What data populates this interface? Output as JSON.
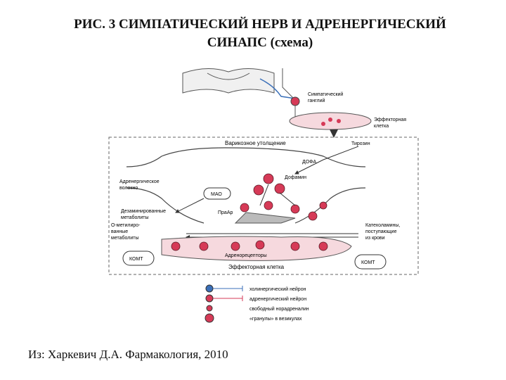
{
  "title": {
    "line1": "РИС. 3  СИМПАТИЧЕСКИЙ НЕРВ И АДРЕНЕРГИЧЕСКИЙ",
    "line2": "СИНАПС (схема)"
  },
  "source": "Из: Харкевич Д.А. Фармакология, 2010",
  "diagram": {
    "labels": {
      "sympathetic_ganglion": [
        "Симпатический",
        "ганглий"
      ],
      "effector_cell_top": [
        "Эффекторная",
        "клетка"
      ],
      "varicose": "Варикозное утолщение",
      "tyrosine": "Тирозин",
      "dopa": "ДОФА",
      "dopamine": "Дофамин",
      "adrenergic_fiber": [
        "Адренергическое",
        "волокно"
      ],
      "mao": "МАО",
      "deaminated": [
        "Дезаминированные",
        "метаболиты"
      ],
      "nora": "ПраАр",
      "o_methylated": [
        "О-метилиро-",
        "ванные",
        "метаболиты"
      ],
      "catecholamines": [
        "Катехоламины,",
        "поступающие",
        "из крови"
      ],
      "komt_left": "КОМТ",
      "komt_right": "КОМТ",
      "adrenoreceptors": "Адренорецепторы",
      "effector_cell": "Эффекторная клетка"
    },
    "legend": [
      "холинергический нейрон",
      "адренергический нейрон",
      "свободный норадреналин",
      "«гранулы» в везикулах"
    ],
    "colors": {
      "vesicle": "#d63a57",
      "cholinergic": "#3a6fb8",
      "line": "#333333",
      "membrane_fill": "#f6d9de"
    }
  }
}
